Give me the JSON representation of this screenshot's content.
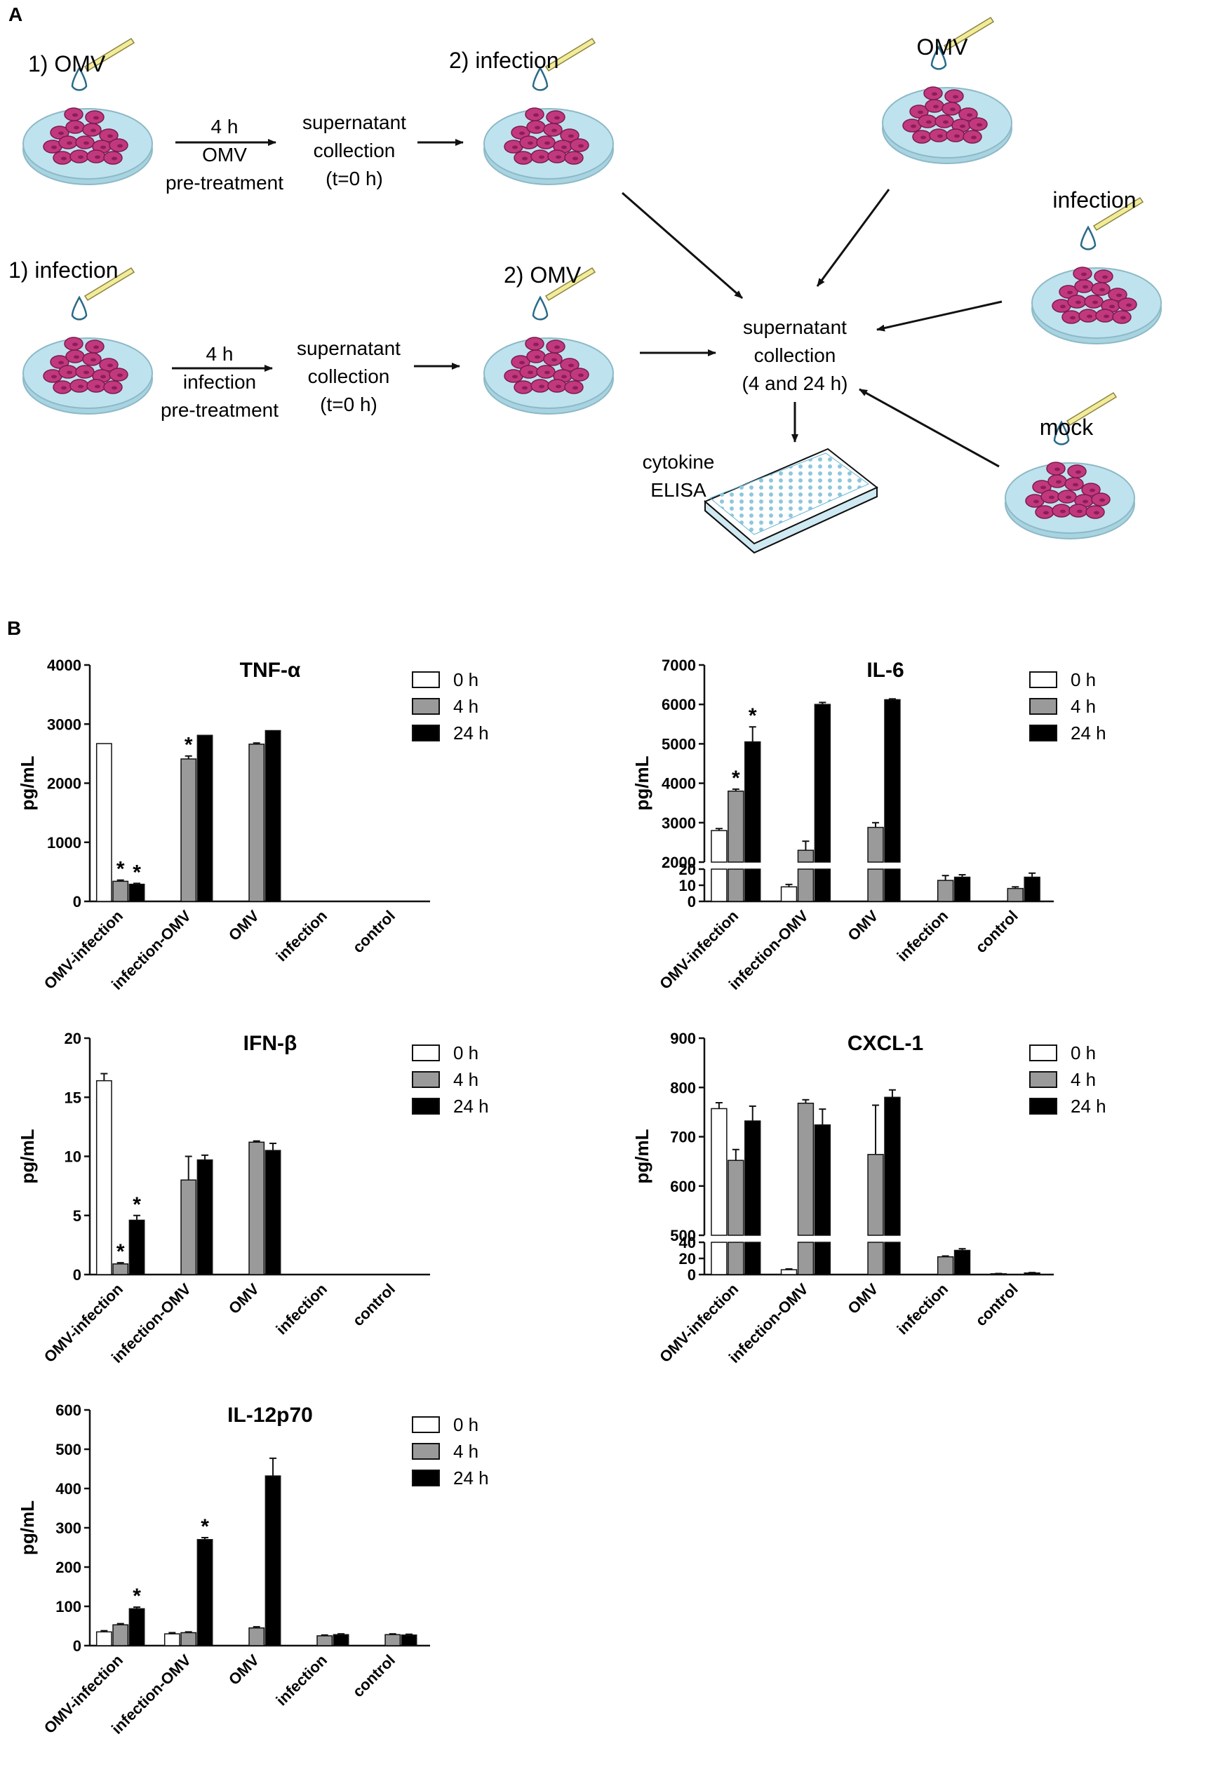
{
  "panel_a": {
    "label": "A",
    "steps": {
      "omv_first_1": "1) OMV",
      "omv_first_2": "2) infection",
      "inf_first_1": "1) infection",
      "inf_first_2": "2) OMV",
      "omv_pre": [
        "4 h",
        "OMV",
        "pre-treatment"
      ],
      "inf_pre": [
        "4 h",
        "infection",
        "pre-treatment"
      ],
      "sup_t0": [
        "supernatant",
        "collection",
        "(t=0 h)"
      ],
      "sup_final": [
        "supernatant",
        "collection",
        "(4 and 24 h)"
      ],
      "omv": "OMV",
      "infection": "infection",
      "mock": "mock",
      "elisa": [
        "cytokine",
        "ELISA"
      ]
    },
    "colors": {
      "dish": "#bfe3ee",
      "cell": "#c2387f",
      "drop": "#ffffff",
      "pipette": "#f2ec9a"
    }
  },
  "panel_b": {
    "label": "B",
    "colors": {
      "0 h": "#ffffff",
      "4 h": "#9a9a9a",
      "24 h": "#000000"
    }
  },
  "chart_data": [
    {
      "type": "bar",
      "title": "TNF-α",
      "ylabel": "pg/mL",
      "categories": [
        "OMV-infection",
        "infection-OMV",
        "OMV",
        "infection",
        "control"
      ],
      "ylim": [
        0,
        4000
      ],
      "yticks": [
        0,
        1000,
        2000,
        3000,
        4000
      ],
      "legend": "top-right",
      "series": [
        {
          "name": "0 h",
          "values": [
            2670,
            0,
            0,
            0,
            0
          ],
          "errors": [
            0,
            0,
            0,
            0,
            0
          ],
          "sig": [
            false,
            false,
            false,
            false,
            false
          ]
        },
        {
          "name": "4 h",
          "values": [
            340,
            2410,
            2660,
            0,
            0
          ],
          "errors": [
            20,
            50,
            20,
            0,
            0
          ],
          "sig": [
            true,
            true,
            false,
            false,
            false
          ]
        },
        {
          "name": "24 h",
          "values": [
            290,
            2810,
            2890,
            0,
            0
          ],
          "errors": [
            15,
            0,
            0,
            0,
            0
          ],
          "sig": [
            true,
            false,
            false,
            false,
            false
          ]
        }
      ]
    },
    {
      "type": "bar",
      "title": "IL-6",
      "ylabel": "pg/mL",
      "categories": [
        "OMV-infection",
        "infection-OMV",
        "OMV",
        "infection",
        "control"
      ],
      "ylim": [
        0,
        7000
      ],
      "broken_axis": {
        "lower": [
          0,
          20
        ],
        "lower_ticks": [
          0,
          10,
          20
        ],
        "upper": [
          2000,
          7000
        ],
        "upper_ticks": [
          2000,
          3000,
          4000,
          5000,
          6000,
          7000
        ]
      },
      "legend": "top-right",
      "series": [
        {
          "name": "0 h",
          "values": [
            2800,
            9,
            0,
            0,
            0
          ],
          "errors": [
            50,
            1.5,
            0,
            0,
            0
          ],
          "sig": [
            false,
            false,
            false,
            false,
            false
          ]
        },
        {
          "name": "4 h",
          "values": [
            3800,
            2300,
            2880,
            13,
            8
          ],
          "errors": [
            50,
            230,
            120,
            3,
            1
          ],
          "sig": [
            true,
            false,
            false,
            false,
            false
          ]
        },
        {
          "name": "24 h",
          "values": [
            5050,
            6000,
            6120,
            15,
            15
          ],
          "errors": [
            380,
            50,
            20,
            1.5,
            2.5
          ],
          "sig": [
            true,
            false,
            false,
            false,
            false
          ]
        }
      ]
    },
    {
      "type": "bar",
      "title": "IFN-β",
      "ylabel": "pg/mL",
      "categories": [
        "OMV-infection",
        "infection-OMV",
        "OMV",
        "infection",
        "control"
      ],
      "ylim": [
        0,
        20
      ],
      "yticks": [
        0,
        5,
        10,
        15,
        20
      ],
      "legend": "top-right",
      "series": [
        {
          "name": "0 h",
          "values": [
            16.4,
            0,
            0,
            0,
            0
          ],
          "errors": [
            0.6,
            0,
            0,
            0,
            0
          ],
          "sig": [
            false,
            false,
            false,
            false,
            false
          ]
        },
        {
          "name": "4 h",
          "values": [
            0.9,
            8.0,
            11.2,
            0,
            0
          ],
          "errors": [
            0.1,
            2.0,
            0.1,
            0,
            0
          ],
          "sig": [
            true,
            false,
            false,
            false,
            false
          ]
        },
        {
          "name": "24 h",
          "values": [
            4.6,
            9.7,
            10.5,
            0,
            0
          ],
          "errors": [
            0.4,
            0.4,
            0.6,
            0,
            0
          ],
          "sig": [
            true,
            false,
            false,
            false,
            false
          ]
        }
      ]
    },
    {
      "type": "bar",
      "title": "CXCL-1",
      "ylabel": "pg/mL",
      "categories": [
        "OMV-infection",
        "infection-OMV",
        "OMV",
        "infection",
        "control"
      ],
      "ylim": [
        0,
        900
      ],
      "broken_axis": {
        "lower": [
          0,
          40
        ],
        "lower_ticks": [
          0,
          20,
          40
        ],
        "upper": [
          500,
          900
        ],
        "upper_ticks": [
          500,
          600,
          700,
          800,
          900
        ]
      },
      "legend": "top-right",
      "series": [
        {
          "name": "0 h",
          "values": [
            757,
            6,
            0,
            0,
            1
          ],
          "errors": [
            12,
            1,
            0,
            0,
            0.3
          ],
          "sig": [
            false,
            false,
            false,
            false,
            false
          ]
        },
        {
          "name": "4 h",
          "values": [
            652,
            768,
            664,
            22,
            0
          ],
          "errors": [
            22,
            7,
            100,
            1,
            0
          ],
          "sig": [
            false,
            false,
            false,
            false,
            false
          ]
        },
        {
          "name": "24 h",
          "values": [
            732,
            724,
            780,
            30,
            2
          ],
          "errors": [
            30,
            32,
            15,
            2,
            0.5
          ],
          "sig": [
            false,
            false,
            false,
            false,
            false
          ]
        }
      ]
    },
    {
      "type": "bar",
      "title": "IL-12p70",
      "ylabel": "pg/mL",
      "categories": [
        "OMV-infection",
        "infection-OMV",
        "OMV",
        "infection",
        "control"
      ],
      "ylim": [
        0,
        600
      ],
      "yticks": [
        0,
        100,
        200,
        300,
        400,
        500,
        600
      ],
      "legend": "top-right",
      "series": [
        {
          "name": "0 h",
          "values": [
            35,
            30,
            0,
            0,
            0
          ],
          "errors": [
            3,
            3,
            0,
            0,
            0
          ],
          "sig": [
            false,
            false,
            false,
            false,
            false
          ]
        },
        {
          "name": "4 h",
          "values": [
            53,
            33,
            45,
            25,
            28
          ],
          "errors": [
            3,
            2,
            3,
            2,
            2
          ],
          "sig": [
            false,
            false,
            false,
            false,
            false
          ]
        },
        {
          "name": "24 h",
          "values": [
            94,
            270,
            432,
            28,
            27
          ],
          "errors": [
            4,
            5,
            45,
            2,
            2
          ],
          "sig": [
            true,
            true,
            false,
            false,
            false
          ]
        }
      ]
    }
  ]
}
